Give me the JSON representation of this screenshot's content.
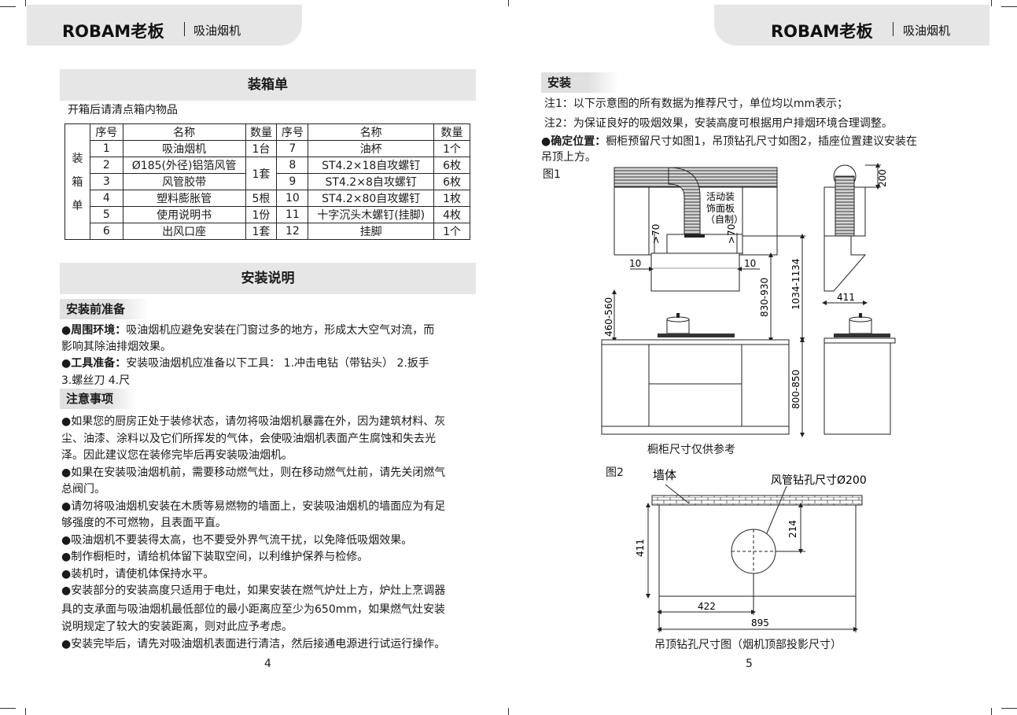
{
  "header": {
    "brand_latin": "ROBAM",
    "brand_cn": "老板",
    "category": "吸油烟机"
  },
  "left": {
    "packing_title": "装箱单",
    "packing_intro": "开箱后请清点箱内物品",
    "packing_table": {
      "side_chars": [
        "装",
        "箱",
        "单"
      ],
      "headers": [
        "序号",
        "名称",
        "数量",
        "序号",
        "名称",
        "数量"
      ],
      "rows": [
        [
          "1",
          "吸油烟机",
          "1台",
          "7",
          "油杯",
          "1个"
        ],
        [
          "2",
          "Ø185(外径)铝箔风管",
          "1套",
          "8",
          "ST4.2×18自攻螺钉",
          "6枚"
        ],
        [
          "3",
          "风管胶带",
          "",
          "9",
          "ST4.2×8自攻螺钉",
          "6枚"
        ],
        [
          "4",
          "塑料膨胀管",
          "5根",
          "10",
          "ST4.2×80自攻螺钉",
          "1枚"
        ],
        [
          "5",
          "使用说明书",
          "1份",
          "11",
          "十字沉头木螺钉(挂脚)",
          "4枚"
        ],
        [
          "6",
          "出风口座",
          "1套",
          "12",
          "挂脚",
          "1个"
        ]
      ]
    },
    "install_title": "安装说明",
    "prep_title": "安装前准备",
    "env": {
      "label": "●周围环境：",
      "text": [
        "吸油烟机应避免安装在门窗过多的地方，形成太大空气对流，而",
        "影响其除油排烟效果。"
      ]
    },
    "tools": {
      "label": "●工具准备：",
      "text": [
        "安装吸油烟机应准备以下工具： 1.冲击电钻（带钻头） 2.扳手",
        "3.螺丝刀 4.尺"
      ]
    },
    "notes_title": "注意事项",
    "notes": [
      "●如果您的厨房正处于装修状态，请勿将吸油烟机暴露在外，因为建筑材料、灰",
      "尘、油漆、涂料以及它们所挥发的气体，会使吸油烟机表面产生腐蚀和失去光",
      "泽。因此建议您在装修完毕后再安装吸油烟机。",
      "●如果在安装吸油烟机前，需要移动燃气灶，则在移动燃气灶前，请先关闭燃气",
      "总阀门。",
      "●请勿将吸油烟机安装在木质等易燃物的墙面上，安装吸油烟机的墙面应为有足",
      "够强度的不可燃物，且表面平直。",
      "●吸油烟机不要装得太高，也不要受外界气流干扰，以免降低吸烟效果。",
      "●制作橱柜时，请给机体留下装取空间，以利维护保养与检修。",
      "●装机时，请使机体保持水平。",
      "●安装部分的安装高度只适用于电灶，如果安装在燃气炉灶上方，炉灶上烹调器",
      "具的支承面与吸油烟机最低部位的最小距离应至少为650mm，如果燃气灶安装",
      "说明规定了较大的安装距离，则对此应予考虑。",
      "●安装完毕后，请先对吸油烟机表面进行清洁，然后接通电源进行试运行操作。"
    ],
    "page_num": "4"
  },
  "right": {
    "install_title": "安装",
    "note1": "注1：以下示意图的所有数据为推荐尺寸，单位均以mm表示；",
    "note2": "注2：为保证良好的吸烟效果，安装高度可根据用户排烟环境合理调整。",
    "position": {
      "label": "●确定位置：",
      "text": [
        "橱柜预留尺寸如图1，吊顶钻孔尺寸如图2，插座位置建议安装在",
        "吊顶上方。"
      ]
    },
    "fig1": {
      "label": "图1",
      "panel_label": [
        "活动装",
        "饰面板",
        "（自制）"
      ],
      "dims": {
        "gap_left": ">70",
        "gap_right": ">70",
        "side_left": "10",
        "side_right": "10",
        "hood_to_stove": "830-930",
        "total_height": "1034-1134",
        "stove_to_cabinet": "460-560",
        "cabinet_height": "800-850",
        "depth": "411",
        "duct_top": "200"
      },
      "caption": "橱柜尺寸仅供参考"
    },
    "fig2": {
      "label": "图2",
      "wall_label": "墙体",
      "hole_label": "风管钻孔尺寸Ø200",
      "dims": {
        "h": "411",
        "offset": "214",
        "x": "422",
        "w": "895"
      },
      "caption": "吊顶钻孔尺寸图（烟机顶部投影尺寸）"
    },
    "page_num": "5"
  }
}
